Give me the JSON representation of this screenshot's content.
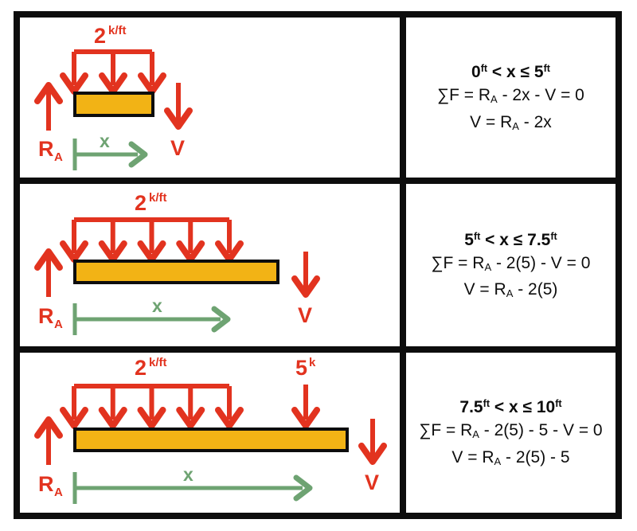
{
  "colors": {
    "red": "#E2331F",
    "orange": "#F2B315",
    "green": "#6EA372",
    "black": "#0D0D0D",
    "background": "#FFFFFF"
  },
  "labels": {
    "load_value": "2",
    "load_unit": "k/ft",
    "reaction": "R",
    "reaction_sub": "A",
    "shear": "V",
    "x_dim": "x",
    "point_value": "5",
    "point_unit": "k"
  },
  "rows": [
    {
      "range": {
        "lo": "0",
        "lo_unit": "ft",
        "mid": " < x ≤ ",
        "hi": "5",
        "hi_unit": "ft"
      },
      "eq1": {
        "pre": "∑F = R",
        "sub": "A",
        "post": " - 2x - V = 0"
      },
      "eq2": {
        "pre": "V = R",
        "sub": "A",
        "post": " - 2x"
      }
    },
    {
      "range": {
        "lo": "5",
        "lo_unit": "ft",
        "mid": " < x ≤ ",
        "hi": "7.5",
        "hi_unit": "ft"
      },
      "eq1": {
        "pre": "∑F = R",
        "sub": "A",
        "post": " - 2(5) - V = 0"
      },
      "eq2": {
        "pre": "V = R",
        "sub": "A",
        "post": " - 2(5)"
      }
    },
    {
      "range": {
        "lo": "7.5",
        "lo_unit": "ft",
        "mid": " < x ≤ ",
        "hi": "10",
        "hi_unit": "ft"
      },
      "eq1": {
        "pre": "∑F = R",
        "sub": "A",
        "post": " - 2(5) - 5 - V = 0"
      },
      "eq2": {
        "pre": "V = R",
        "sub": "A",
        "post": " - 2(5) - 5"
      }
    }
  ]
}
